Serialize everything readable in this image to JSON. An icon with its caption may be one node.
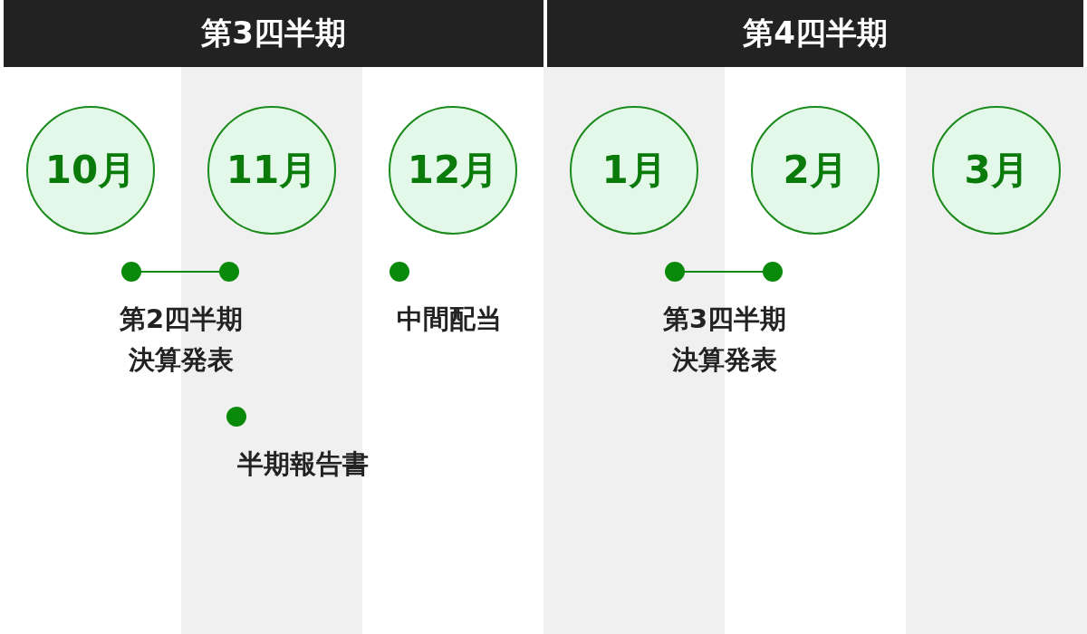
{
  "diagram": {
    "nodes": [
      {
        "text": [
          "第3四半期"
        ]
      },
      {
        "text": [
          "第4四半期"
        ]
      },
      {
        "text": [
          "10月"
        ]
      },
      {
        "text": [
          "11月"
        ]
      },
      {
        "text": [
          "12月"
        ]
      },
      {
        "text": [
          "1月"
        ]
      },
      {
        "text": [
          "2月"
        ]
      },
      {
        "text": [
          "3月"
        ]
      },
      {
        "text": [],
        "shape": "circle"
      },
      {
        "text": [],
        "shape": "circle"
      },
      {
        "text": [],
        "shape": "circle"
      },
      {
        "text": [],
        "shape": "circle"
      },
      {
        "text": [],
        "shape": "circle"
      },
      {
        "text": [],
        "shape": "circle"
      }
    ],
    "edges": [
      {
        "from": 8,
        "to": 9,
        "arrow": "none"
      },
      {
        "from": 12,
        "to": 13,
        "arrow": "none"
      }
    ],
    "labels": [
      "第2四半期決算発表",
      "中間配当",
      "半期報告書",
      "第3四半期決算発表"
    ]
  }
}
